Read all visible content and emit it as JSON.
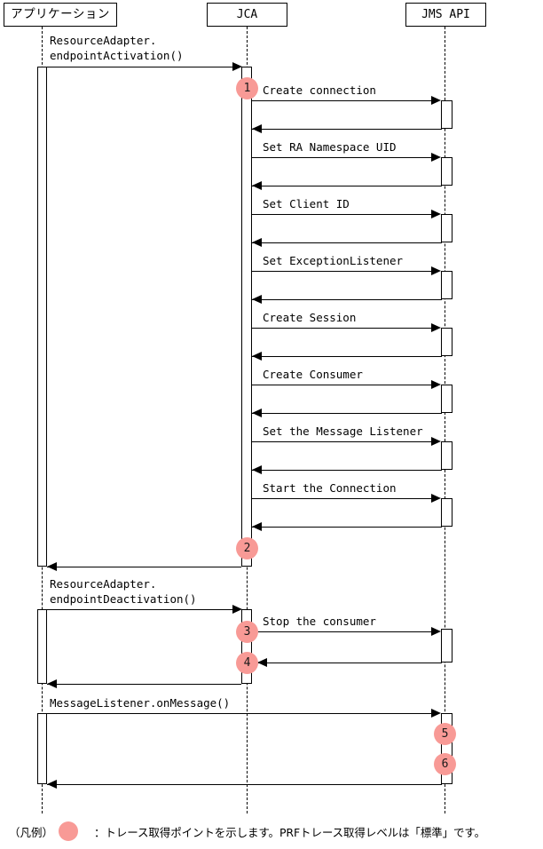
{
  "diagram": {
    "type": "uml-sequence-diagram",
    "accent_color": "#f89a96",
    "line_color": "#000000",
    "background": "#ffffff"
  },
  "participants": [
    {
      "id": "application",
      "label": "アプリケーション",
      "script": "japanese"
    },
    {
      "id": "jca",
      "label": "JCA",
      "script": "latin"
    },
    {
      "id": "jms_api",
      "label": "JMS API",
      "script": "latin"
    }
  ],
  "messages": [
    {
      "index": 1,
      "label": "ResourceAdapter.\nendpointActivation()",
      "from": "application",
      "to": "jca",
      "kind": "call"
    },
    {
      "index": 2,
      "label": "Create connection",
      "from": "jca",
      "to": "jms_api",
      "kind": "call"
    },
    {
      "index": 3,
      "label": "",
      "from": "jms_api",
      "to": "jca",
      "kind": "return"
    },
    {
      "index": 4,
      "label": "Set RA Namespace UID",
      "from": "jca",
      "to": "jms_api",
      "kind": "call"
    },
    {
      "index": 5,
      "label": "",
      "from": "jms_api",
      "to": "jca",
      "kind": "return"
    },
    {
      "index": 6,
      "label": "Set Client ID",
      "from": "jca",
      "to": "jms_api",
      "kind": "call"
    },
    {
      "index": 7,
      "label": "",
      "from": "jms_api",
      "to": "jca",
      "kind": "return"
    },
    {
      "index": 8,
      "label": "Set ExceptionListener",
      "from": "jca",
      "to": "jms_api",
      "kind": "call"
    },
    {
      "index": 9,
      "label": "",
      "from": "jms_api",
      "to": "jca",
      "kind": "return"
    },
    {
      "index": 10,
      "label": "Create Session",
      "from": "jca",
      "to": "jms_api",
      "kind": "call"
    },
    {
      "index": 11,
      "label": "",
      "from": "jms_api",
      "to": "jca",
      "kind": "return"
    },
    {
      "index": 12,
      "label": "Create Consumer",
      "from": "jca",
      "to": "jms_api",
      "kind": "call"
    },
    {
      "index": 13,
      "label": "",
      "from": "jms_api",
      "to": "jca",
      "kind": "return"
    },
    {
      "index": 14,
      "label": "Set the Message Listener",
      "from": "jca",
      "to": "jms_api",
      "kind": "call"
    },
    {
      "index": 15,
      "label": "",
      "from": "jms_api",
      "to": "jca",
      "kind": "return"
    },
    {
      "index": 16,
      "label": "Start the Connection",
      "from": "jca",
      "to": "jms_api",
      "kind": "call"
    },
    {
      "index": 17,
      "label": "",
      "from": "jms_api",
      "to": "jca",
      "kind": "return"
    },
    {
      "index": 18,
      "label": "",
      "from": "jca",
      "to": "application",
      "kind": "return"
    },
    {
      "index": 19,
      "label": "ResourceAdapter.\nendpointDeactivation()",
      "from": "application",
      "to": "jca",
      "kind": "call"
    },
    {
      "index": 20,
      "label": "Stop the consumer",
      "from": "jca",
      "to": "jms_api",
      "kind": "call"
    },
    {
      "index": 21,
      "label": "",
      "from": "jms_api",
      "to": "jca",
      "kind": "return"
    },
    {
      "index": 22,
      "label": "",
      "from": "jca",
      "to": "application",
      "kind": "return"
    },
    {
      "index": 23,
      "label": "MessageListener.onMessage()",
      "from": "application",
      "to": "jms_api",
      "kind": "call"
    },
    {
      "index": 24,
      "label": "",
      "from": "jms_api",
      "to": "application",
      "kind": "return"
    }
  ],
  "trace_points": [
    {
      "number": "1",
      "on": "jca"
    },
    {
      "number": "2",
      "on": "jca"
    },
    {
      "number": "3",
      "on": "jca"
    },
    {
      "number": "4",
      "on": "jca"
    },
    {
      "number": "5",
      "on": "jms_api"
    },
    {
      "number": "6",
      "on": "jms_api"
    }
  ],
  "labels": {
    "msg_endpoint_activation_line1": "ResourceAdapter.",
    "msg_endpoint_activation_line2": "endpointActivation()",
    "msg_create_connection": "Create connection",
    "msg_set_ra_namespace_uid": "Set RA Namespace UID",
    "msg_set_client_id": "Set Client ID",
    "msg_set_exception_listener": "Set ExceptionListener",
    "msg_create_session": "Create Session",
    "msg_create_consumer": "Create Consumer",
    "msg_set_the_message_listener": "Set the Message Listener",
    "msg_start_the_connection": "Start the Connection",
    "msg_endpoint_deactivation_line1": "ResourceAdapter.",
    "msg_endpoint_deactivation_line2": "endpointDeactivation()",
    "msg_stop_the_consumer": "Stop the consumer",
    "msg_on_message": "MessageListener.onMessage()",
    "marker_1": "1",
    "marker_2": "2",
    "marker_3": "3",
    "marker_4": "4",
    "marker_5": "5",
    "marker_6": "6"
  },
  "legend": {
    "tag": "（凡例）",
    "separator": "：",
    "text": "：トレース取得ポイントを示します。PRFトレース取得レベルは「標準」です。"
  }
}
